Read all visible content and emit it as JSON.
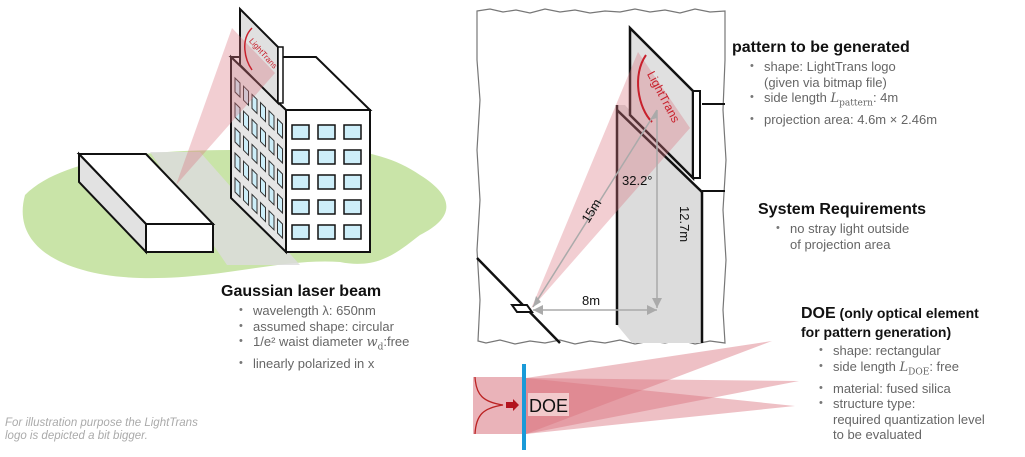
{
  "left_illustration": {
    "logo_text": "LightTrans"
  },
  "gaussian_beam": {
    "title": "Gaussian laser beam",
    "items": [
      {
        "text": "wavelength λ: 650nm"
      },
      {
        "text": "assumed shape: circular"
      },
      {
        "prefix": "1/e² waist diameter ",
        "math": "w",
        "math_sub": "d",
        "suffix": ":free"
      },
      {
        "text": "linearly polarized in x"
      }
    ]
  },
  "footnote": {
    "line1": "For illustration purpose the LightTrans",
    "line2": "logo is depicted a bit bigger."
  },
  "side_view": {
    "logo_text": "LightTrans",
    "angle_label": "32.2°",
    "hypotenuse_label": "15m",
    "height_label": "12.7m",
    "distance_label": "8m"
  },
  "pattern": {
    "title": "pattern to be generated",
    "items": [
      {
        "text": "shape: LightTrans logo",
        "continuation": "(given via bitmap file)"
      },
      {
        "prefix": "side length ",
        "math": "L",
        "math_sub": "pattern",
        "suffix": ": 4m"
      },
      {
        "text": "projection area: 4.6m × 2.46m"
      }
    ]
  },
  "requirements": {
    "title": "System Requirements",
    "items": [
      {
        "text": "no stray light outside",
        "continuation": "of projection area"
      }
    ]
  },
  "doe": {
    "title_main": "DOE",
    "title_rest": " (only optical element",
    "title_line2": "for pattern generation)",
    "label": "DOE",
    "items": [
      {
        "text": "shape: rectangular"
      },
      {
        "prefix": "side length ",
        "math": "L",
        "math_sub": "DOE",
        "suffix": ": free"
      },
      {
        "text": "material: fused silica"
      },
      {
        "text": "structure type:",
        "continuation": "required quantization level",
        "continuation2": "to be evaluated"
      }
    ]
  },
  "colors": {
    "grass": "#c9e4a8",
    "beam": "#d9747f",
    "window": "#cdeef9",
    "wall_shade": "#dcdcdc",
    "doe_plate": "#1a9ad8",
    "logo_red": "#c8202c"
  }
}
